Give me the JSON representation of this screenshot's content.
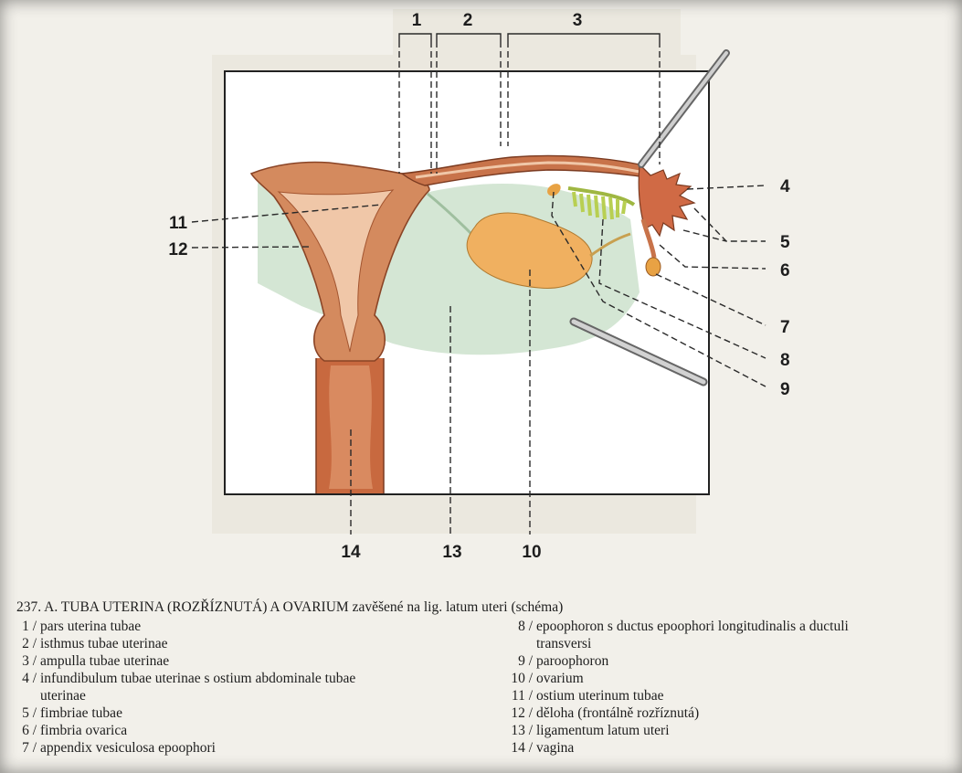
{
  "figure": {
    "segment_labels": [
      "1",
      "2",
      "3"
    ],
    "callouts": {
      "c4": "4",
      "c5": "5",
      "c6": "6",
      "c7": "7",
      "c8": "8",
      "c9": "9",
      "c10": "10",
      "c11": "11",
      "c12": "12",
      "c13": "13",
      "c14": "14"
    }
  },
  "caption": {
    "title": "237. A. TUBA UTERINA (ROZŘÍZNUTÁ) A OVARIUM zavěšené na lig. latum uteri (schéma)",
    "left_items": [
      {
        "num": "1 /",
        "text": "pars uterina tubae"
      },
      {
        "num": "2 /",
        "text": "isthmus tubae uterinae"
      },
      {
        "num": "3 /",
        "text": "ampulla tubae uterinae"
      },
      {
        "num": "4 /",
        "text": "infundibulum tubae uterinae s ostium abdominale tubae",
        "cont": "uterinae"
      },
      {
        "num": "5 /",
        "text": "fimbriae tubae"
      },
      {
        "num": "6 /",
        "text": "fimbria ovarica"
      },
      {
        "num": "7 /",
        "text": "appendix vesiculosa epoophori"
      }
    ],
    "right_items": [
      {
        "num": "8 /",
        "text": "epoophoron s ductus epoophori longitudinalis a ductuli",
        "cont": "transversi"
      },
      {
        "num": "9 /",
        "text": "paroophoron"
      },
      {
        "num": "10 /",
        "text": "ovarium"
      },
      {
        "num": "11 /",
        "text": "ostium uterinum tubae"
      },
      {
        "num": "12 /",
        "text": "děloha (frontálně rozříznutá)"
      },
      {
        "num": "13 /",
        "text": "ligamentum latum uteri"
      },
      {
        "num": "14 /",
        "text": "vagina"
      }
    ]
  },
  "colors": {
    "page": "#f2f0ea",
    "box": "#ffffff",
    "ligament": "#cfe3cf",
    "uterus": "#d48a5e",
    "uterus_dark": "#b5603c",
    "cavity": "#f0c7a8",
    "ovary": "#f0b060",
    "fimbriae": "#c7dc6a"
  }
}
